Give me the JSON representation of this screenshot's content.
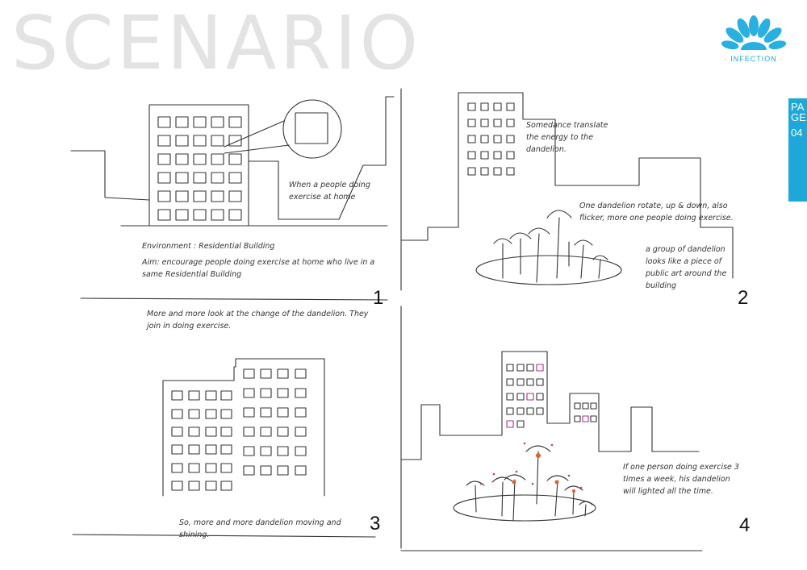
{
  "header": {
    "title": "SCENARIO"
  },
  "logo": {
    "text": "· INFECTION ·",
    "icon": "dandelion-fan-icon",
    "color": "#1ea8d9"
  },
  "page_tab": {
    "lines": [
      "PA",
      "GE",
      "04"
    ],
    "color": "#1ea8d9"
  },
  "panels": [
    {
      "number": "1",
      "notes": [
        "When a people doing exercise at home",
        "Environment : Residential Building",
        "Aim: encourage people doing exercise at home who live in a same Residential Building"
      ]
    },
    {
      "number": "2",
      "notes": [
        "Somedance translate the energy to the dandelion.",
        "One dandelion rotate, up & down, also flicker, more one people doing exercise.",
        "a group of dandelion looks like a piece of public art around the building"
      ]
    },
    {
      "number": "3",
      "notes": [
        "More and more look at the change of the dandelion. They join in doing exercise.",
        "So, more and more dandelion moving and shining."
      ]
    },
    {
      "number": "4",
      "notes": [
        "If one person doing exercise 3 times a week, his dandelion will lighted all the time."
      ]
    }
  ]
}
